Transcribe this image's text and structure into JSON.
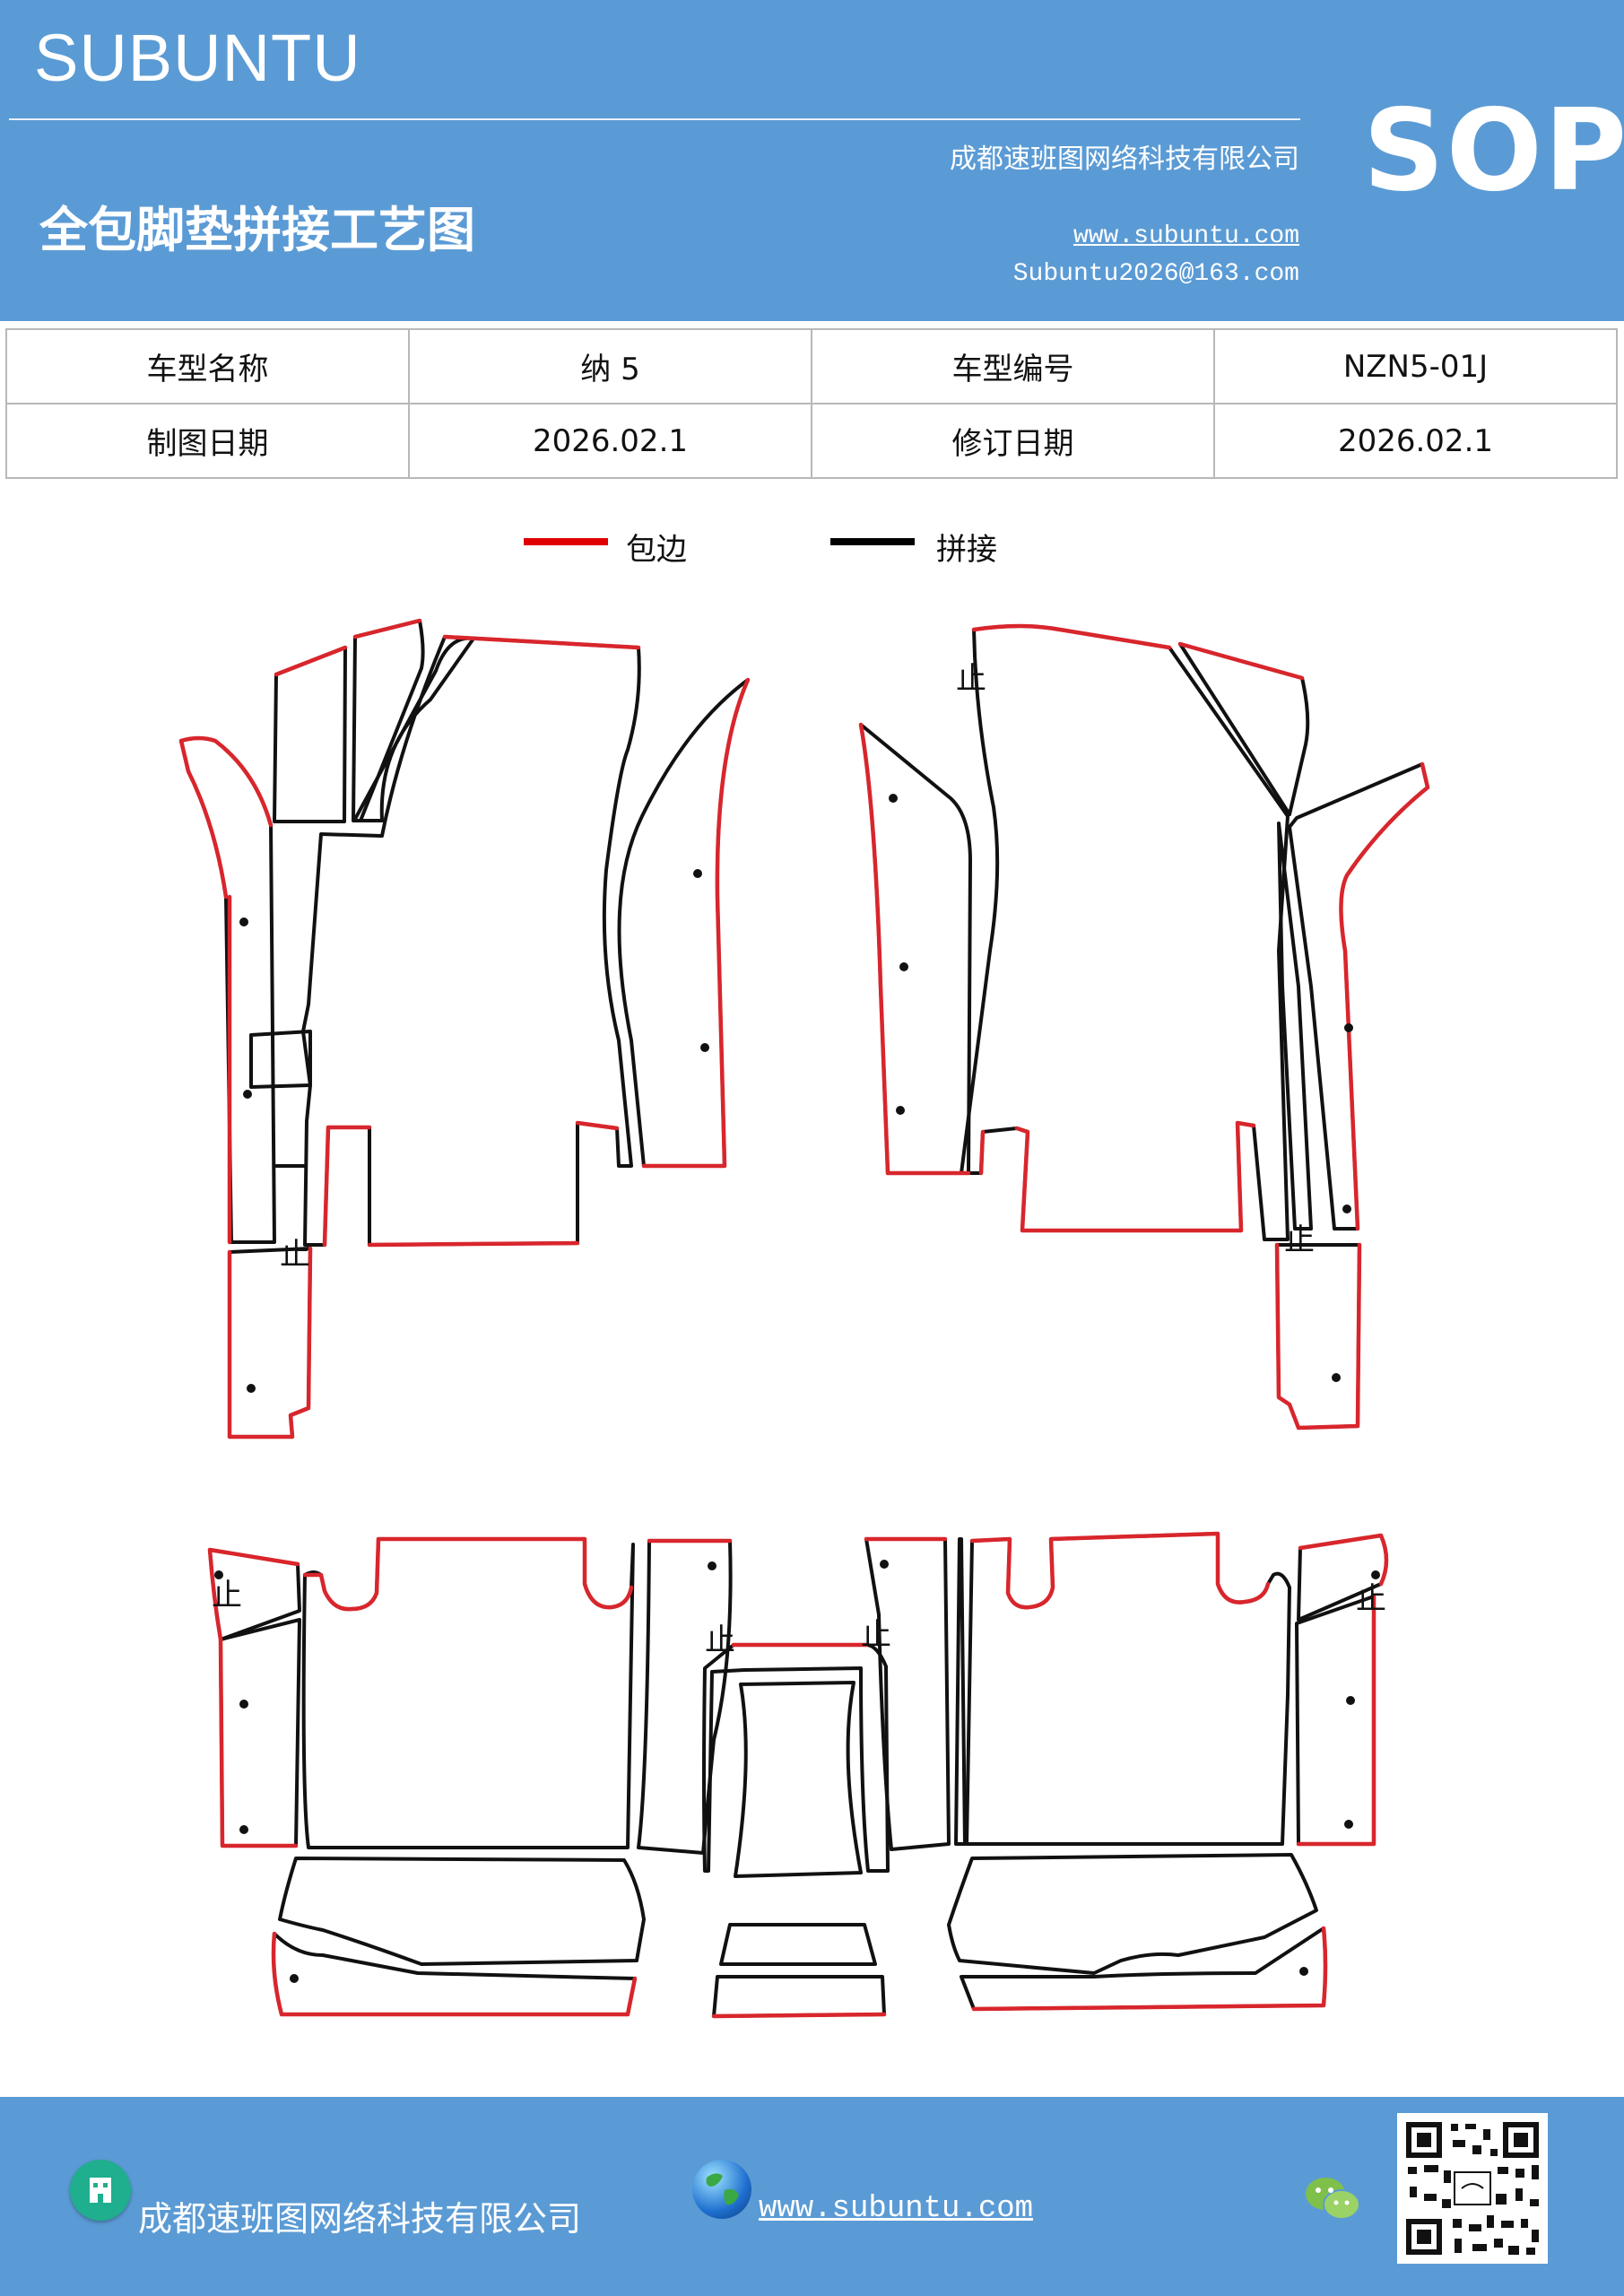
{
  "header": {
    "brand": "SUBUNTU",
    "title": "全包脚垫拼接工艺图",
    "company": "成都速班图网络科技有限公司",
    "website": "www.subuntu.com",
    "email": "Subuntu2026@163.com",
    "badge": "SOP"
  },
  "info_table": {
    "model_name_label": "车型名称",
    "model_name": "纳 5",
    "model_code_label": "车型编号",
    "model_code": "NZN5-01J",
    "draw_date_label": "制图日期",
    "draw_date": "2026.02.1",
    "revise_date_label": "修订日期",
    "revise_date": "2026.02.1"
  },
  "legend": {
    "edge_label": "包边",
    "edge_color": "#e00000",
    "splice_label": "拼接",
    "splice_color": "#000000"
  },
  "diagram": {
    "stop_mark": "止",
    "edge_color": "#d8262c",
    "line_color": "#111111"
  },
  "footer": {
    "company": "成都速班图网络科技有限公司",
    "website": "www.subuntu.com",
    "icons": [
      "building-icon",
      "globe-icon",
      "wechat-icon",
      "qr-code"
    ]
  }
}
